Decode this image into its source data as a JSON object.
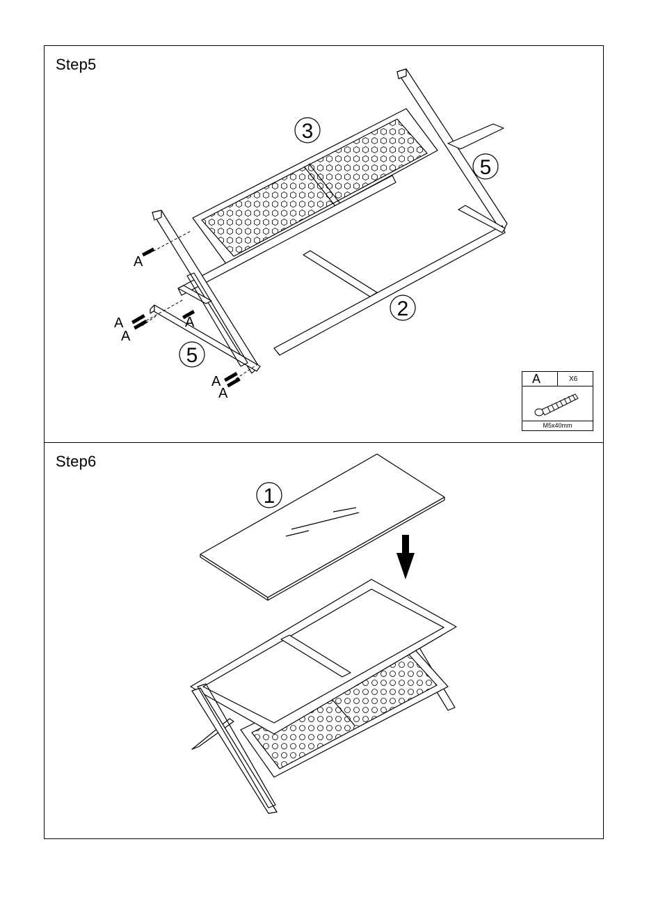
{
  "steps": [
    {
      "title": "Step5",
      "part_labels": [
        "3",
        "5",
        "2",
        "5"
      ],
      "screw_callouts": [
        "A",
        "A",
        "A",
        "A",
        "A",
        "A",
        "A"
      ],
      "hardware": {
        "letter": "A",
        "quantity": "X6",
        "size": "M5x40mm"
      }
    },
    {
      "title": "Step6",
      "part_labels": [
        "1"
      ]
    }
  ]
}
